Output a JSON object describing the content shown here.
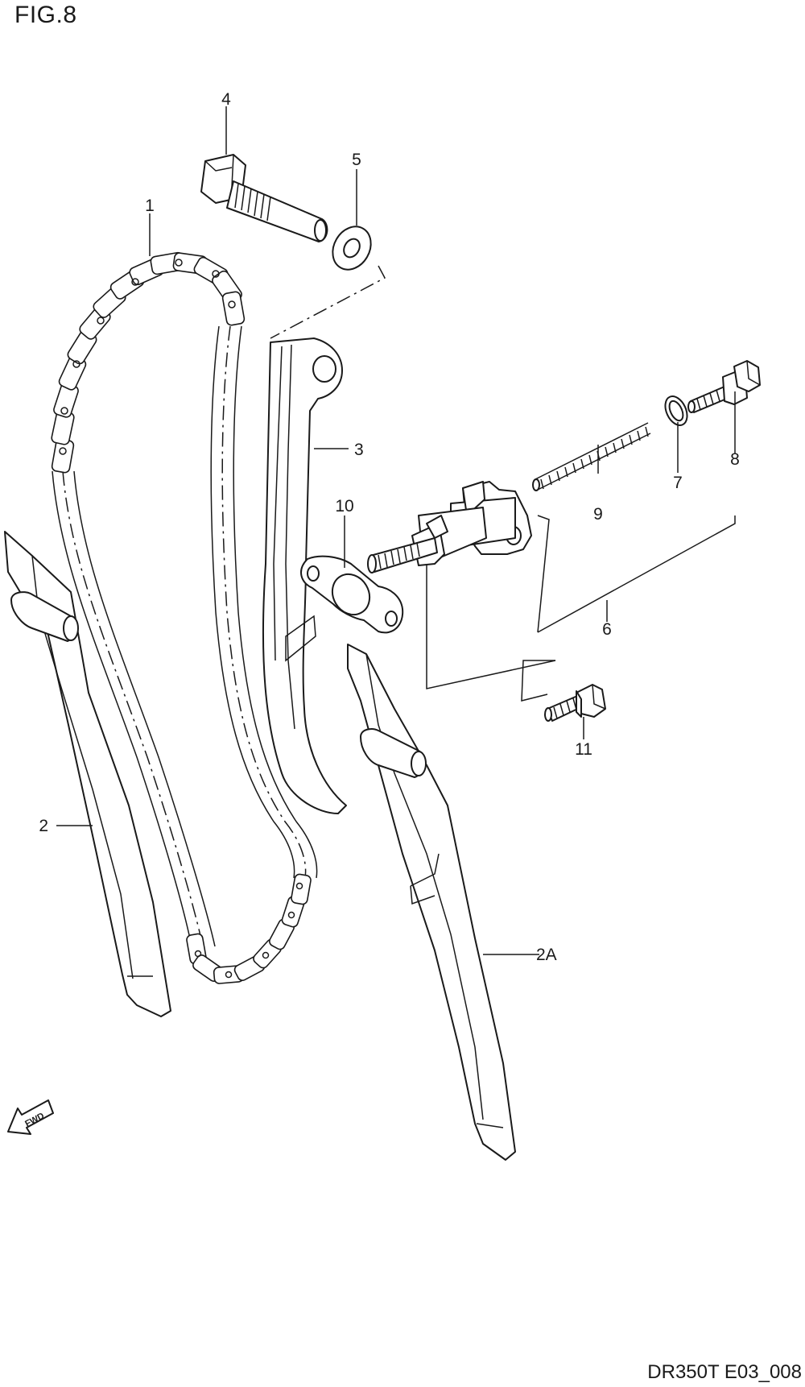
{
  "figure": {
    "title": "FIG.8",
    "code": "DR350T E03_008",
    "fwd_label": "FWD"
  },
  "callouts": {
    "p1": "1",
    "p2": "2",
    "p2a": "2A",
    "p3": "3",
    "p4": "4",
    "p5": "5",
    "p6": "6",
    "p7": "7",
    "p8": "8",
    "p9": "9",
    "p10": "10",
    "p11": "11"
  }
}
